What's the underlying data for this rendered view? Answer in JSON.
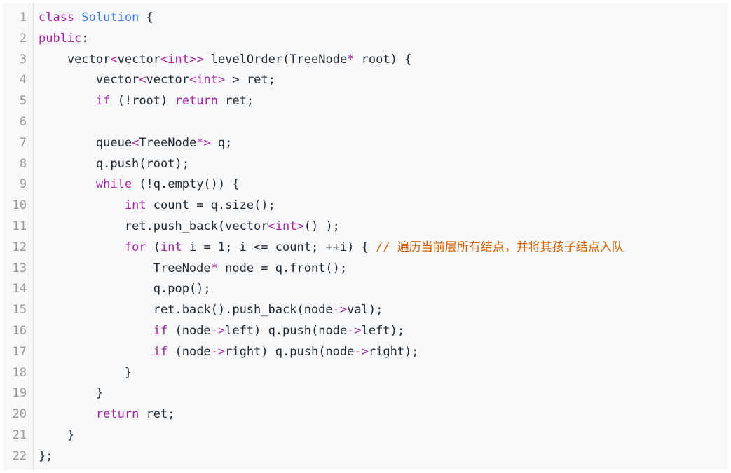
{
  "colors": {
    "background": "#f6f8fa",
    "text": "#24292e",
    "line_number": "#999999",
    "keyword": "#a626a4",
    "class_name": "#4078f2",
    "comment": "#d75f00"
  },
  "lines": [
    {
      "num": "1",
      "tokens": [
        {
          "t": "class ",
          "c": "kw"
        },
        {
          "t": "Solution",
          "c": "cls"
        },
        {
          "t": " {"
        }
      ]
    },
    {
      "num": "2",
      "tokens": [
        {
          "t": "public",
          "c": "kw"
        },
        {
          "t": ":"
        }
      ]
    },
    {
      "num": "3",
      "tokens": [
        {
          "t": "    vector"
        },
        {
          "t": "<",
          "c": "op"
        },
        {
          "t": "vector"
        },
        {
          "t": "<",
          "c": "op"
        },
        {
          "t": "int",
          "c": "ty"
        },
        {
          "t": ">>",
          "c": "op"
        },
        {
          "t": " levelOrder(TreeNode"
        },
        {
          "t": "*",
          "c": "op"
        },
        {
          "t": " root) {"
        }
      ]
    },
    {
      "num": "4",
      "tokens": [
        {
          "t": "        vector"
        },
        {
          "t": "<",
          "c": "op"
        },
        {
          "t": "vector"
        },
        {
          "t": "<",
          "c": "op"
        },
        {
          "t": "int",
          "c": "ty"
        },
        {
          "t": ">",
          "c": "op"
        },
        {
          "t": " > ret;"
        }
      ]
    },
    {
      "num": "5",
      "tokens": [
        {
          "t": "        "
        },
        {
          "t": "if",
          "c": "kw"
        },
        {
          "t": " (!root) "
        },
        {
          "t": "return",
          "c": "kw"
        },
        {
          "t": " ret;"
        }
      ]
    },
    {
      "num": "6",
      "tokens": []
    },
    {
      "num": "7",
      "tokens": [
        {
          "t": "        queue"
        },
        {
          "t": "<",
          "c": "op"
        },
        {
          "t": "TreeNode"
        },
        {
          "t": "*>",
          "c": "op"
        },
        {
          "t": " q;"
        }
      ]
    },
    {
      "num": "8",
      "tokens": [
        {
          "t": "        q.push(root);"
        }
      ]
    },
    {
      "num": "9",
      "tokens": [
        {
          "t": "        "
        },
        {
          "t": "while",
          "c": "kw"
        },
        {
          "t": " (!q.empty()) {"
        }
      ]
    },
    {
      "num": "10",
      "tokens": [
        {
          "t": "            "
        },
        {
          "t": "int",
          "c": "ty"
        },
        {
          "t": " count = q.size();"
        }
      ]
    },
    {
      "num": "11",
      "tokens": [
        {
          "t": "            ret.push_back(vector"
        },
        {
          "t": "<",
          "c": "op"
        },
        {
          "t": "int",
          "c": "ty"
        },
        {
          "t": ">",
          "c": "op"
        },
        {
          "t": "() );"
        }
      ]
    },
    {
      "num": "12",
      "tokens": [
        {
          "t": "            "
        },
        {
          "t": "for",
          "c": "kw"
        },
        {
          "t": " ("
        },
        {
          "t": "int",
          "c": "ty"
        },
        {
          "t": " i = 1; i <= count; ++i) { "
        },
        {
          "t": "// 遍历当前层所有结点，并将其孩子结点入队",
          "c": "cm"
        }
      ]
    },
    {
      "num": "13",
      "tokens": [
        {
          "t": "                TreeNode"
        },
        {
          "t": "*",
          "c": "op"
        },
        {
          "t": " node = q.front();"
        }
      ]
    },
    {
      "num": "14",
      "tokens": [
        {
          "t": "                q.pop();"
        }
      ]
    },
    {
      "num": "15",
      "tokens": [
        {
          "t": "                ret.back().push_back(node"
        },
        {
          "t": "->",
          "c": "op"
        },
        {
          "t": "val);"
        }
      ]
    },
    {
      "num": "16",
      "tokens": [
        {
          "t": "                "
        },
        {
          "t": "if",
          "c": "kw"
        },
        {
          "t": " (node"
        },
        {
          "t": "->",
          "c": "op"
        },
        {
          "t": "left) q.push(node"
        },
        {
          "t": "->",
          "c": "op"
        },
        {
          "t": "left);"
        }
      ]
    },
    {
      "num": "17",
      "tokens": [
        {
          "t": "                "
        },
        {
          "t": "if",
          "c": "kw"
        },
        {
          "t": " (node"
        },
        {
          "t": "->",
          "c": "op"
        },
        {
          "t": "right) q.push(node"
        },
        {
          "t": "->",
          "c": "op"
        },
        {
          "t": "right);"
        }
      ]
    },
    {
      "num": "18",
      "tokens": [
        {
          "t": "            }"
        }
      ]
    },
    {
      "num": "19",
      "tokens": [
        {
          "t": "        }"
        }
      ]
    },
    {
      "num": "20",
      "tokens": [
        {
          "t": "        "
        },
        {
          "t": "return",
          "c": "kw"
        },
        {
          "t": " ret;"
        }
      ]
    },
    {
      "num": "21",
      "tokens": [
        {
          "t": "    }"
        }
      ]
    },
    {
      "num": "22",
      "tokens": [
        {
          "t": "};"
        }
      ]
    }
  ]
}
